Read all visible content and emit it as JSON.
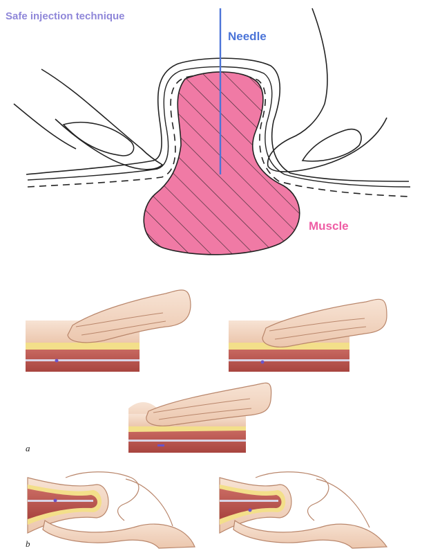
{
  "diagram": {
    "title": "Safe injection technique",
    "needle_label": "Needle",
    "muscle_label": "Muscle",
    "panel_a_label": "a",
    "panel_b_label": "b"
  },
  "colors": {
    "title": "#8f87d9",
    "needle": "#4b74d8",
    "muscle_fill": "#f07aa5",
    "muscle_label": "#ee5ca4",
    "skin": "#f6dccb",
    "skin_shade": "#e9bfa5",
    "fat": "#f3df8a",
    "muscle_tissue": "#c85a55",
    "line": "#222222"
  },
  "icons": [
    "finger-outline-left",
    "finger-outline-right",
    "hand-flat",
    "hand-pinch",
    "needle-tip-dot"
  ]
}
